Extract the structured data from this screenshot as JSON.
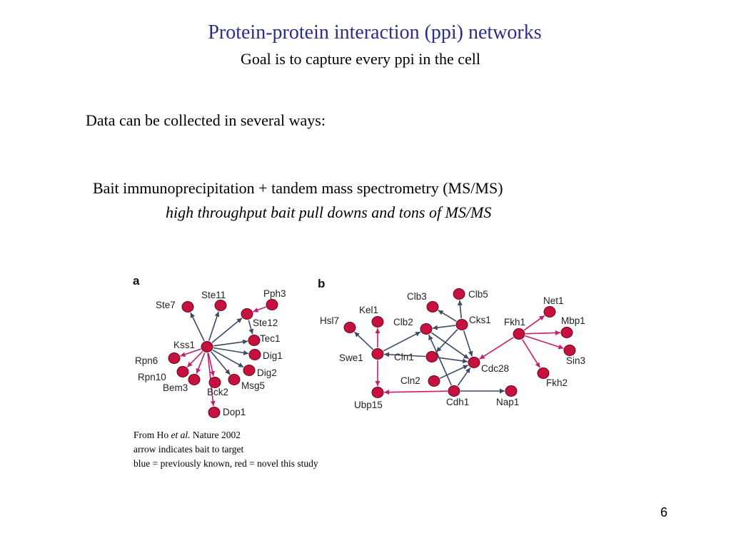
{
  "title": "Protein-protein interaction (ppi) networks",
  "subtitle": "Goal is to capture every ppi in the cell",
  "data_intro": "Data can be collected in several ways:",
  "method": {
    "line": "Bait immunoprecipitation + tandem mass spectrometry (MS/MS)",
    "detail": "high throughput bait pull downs and tons of MS/MS"
  },
  "caption": {
    "from_prefix": "From Ho ",
    "from_italic": "et al.",
    "from_suffix": " Nature 2002",
    "line2": "arrow indicates bait to target",
    "line3": "blue = previously known, red = novel this study"
  },
  "page_number": "6",
  "colors": {
    "title": "#2b2d8c",
    "node": "#c8103e",
    "node_stroke": "#5a0a1c",
    "edge_known": "#3d4a63",
    "edge_novel": "#c41e6e"
  },
  "network": {
    "panels": [
      {
        "label": "a",
        "nodes": [
          {
            "id": "Kss1",
            "label": "Kss1"
          },
          {
            "id": "Ste7",
            "label": "Ste7"
          },
          {
            "id": "Ste11",
            "label": "Ste11"
          },
          {
            "id": "Pph3",
            "label": "Pph3"
          },
          {
            "id": "Ste12",
            "label": "Ste12"
          },
          {
            "id": "Tec1",
            "label": "Tec1"
          },
          {
            "id": "Dig1",
            "label": "Dig1"
          },
          {
            "id": "Dig2",
            "label": "Dig2"
          },
          {
            "id": "Msg5",
            "label": "Msg5"
          },
          {
            "id": "Bck2",
            "label": "Bck2"
          },
          {
            "id": "Dop1",
            "label": "Dop1"
          },
          {
            "id": "Bem3",
            "label": "Bem3"
          },
          {
            "id": "Rpn10",
            "label": "Rpn10"
          },
          {
            "id": "Rpn6",
            "label": "Rpn6"
          }
        ],
        "edges": [
          {
            "from": "Kss1",
            "to": "Ste7",
            "type": "known"
          },
          {
            "from": "Kss1",
            "to": "Ste11",
            "type": "known"
          },
          {
            "from": "Kss1",
            "to": "Ste12",
            "type": "known"
          },
          {
            "from": "Kss1",
            "to": "Tec1",
            "type": "known"
          },
          {
            "from": "Kss1",
            "to": "Dig1",
            "type": "known"
          },
          {
            "from": "Kss1",
            "to": "Dig2",
            "type": "known"
          },
          {
            "from": "Kss1",
            "to": "Msg5",
            "type": "known"
          },
          {
            "from": "Ste12",
            "to": "Tec1",
            "type": "known"
          },
          {
            "from": "Pph3",
            "to": "Ste12",
            "type": "novel"
          },
          {
            "from": "Kss1",
            "to": "Rpn6",
            "type": "novel"
          },
          {
            "from": "Kss1",
            "to": "Rpn10",
            "type": "novel"
          },
          {
            "from": "Kss1",
            "to": "Bem3",
            "type": "novel"
          },
          {
            "from": "Kss1",
            "to": "Bck2",
            "type": "novel"
          },
          {
            "from": "Kss1",
            "to": "Dop1",
            "type": "novel"
          }
        ]
      },
      {
        "label": "b",
        "nodes": [
          {
            "id": "Hsl7",
            "label": "Hsl7"
          },
          {
            "id": "Kel1",
            "label": "Kel1"
          },
          {
            "id": "Swe1",
            "label": "Swe1"
          },
          {
            "id": "Ubp15",
            "label": "Ubp15"
          },
          {
            "id": "Clb3",
            "label": "Clb3"
          },
          {
            "id": "Clb5",
            "label": "Clb5"
          },
          {
            "id": "Clb2",
            "label": "Clb2"
          },
          {
            "id": "Cks1",
            "label": "Cks1"
          },
          {
            "id": "Cln1",
            "label": "Cln1"
          },
          {
            "id": "Cln2",
            "label": "Cln2"
          },
          {
            "id": "Cdc28",
            "label": "Cdc28"
          },
          {
            "id": "Cdh1",
            "label": "Cdh1"
          },
          {
            "id": "Nap1",
            "label": "Nap1"
          },
          {
            "id": "Fkh1",
            "label": "Fkh1"
          },
          {
            "id": "Net1",
            "label": "Net1"
          },
          {
            "id": "Mbp1",
            "label": "Mbp1"
          },
          {
            "id": "Sin3",
            "label": "Sin3"
          },
          {
            "id": "Fkh2",
            "label": "Fkh2"
          }
        ],
        "edges": [
          {
            "from": "Swe1",
            "to": "Hsl7",
            "type": "known"
          },
          {
            "from": "Swe1",
            "to": "Clb2",
            "type": "known"
          },
          {
            "from": "Cln1",
            "to": "Swe1",
            "type": "known"
          },
          {
            "from": "Cks1",
            "to": "Clb3",
            "type": "known"
          },
          {
            "from": "Cks1",
            "to": "Clb5",
            "type": "known"
          },
          {
            "from": "Cks1",
            "to": "Clb2",
            "type": "known"
          },
          {
            "from": "Cks1",
            "to": "Cln1",
            "type": "known"
          },
          {
            "from": "Cks1",
            "to": "Cdc28",
            "type": "known"
          },
          {
            "from": "Clb2",
            "to": "Cdc28",
            "type": "known"
          },
          {
            "from": "Cln1",
            "to": "Cdc28",
            "type": "known"
          },
          {
            "from": "Cln2",
            "to": "Cdc28",
            "type": "known"
          },
          {
            "from": "Cdh1",
            "to": "Clb2",
            "type": "known"
          },
          {
            "from": "Cdh1",
            "to": "Cdc28",
            "type": "known"
          },
          {
            "from": "Cdh1",
            "to": "Nap1",
            "type": "known"
          },
          {
            "from": "Swe1",
            "to": "Kel1",
            "type": "novel"
          },
          {
            "from": "Swe1",
            "to": "Ubp15",
            "type": "novel"
          },
          {
            "from": "Cdh1",
            "to": "Ubp15",
            "type": "novel"
          },
          {
            "from": "Fkh1",
            "to": "Net1",
            "type": "novel"
          },
          {
            "from": "Fkh1",
            "to": "Mbp1",
            "type": "novel"
          },
          {
            "from": "Fkh1",
            "to": "Sin3",
            "type": "novel"
          },
          {
            "from": "Fkh1",
            "to": "Fkh2",
            "type": "novel"
          },
          {
            "from": "Fkh1",
            "to": "Cdc28",
            "type": "novel"
          }
        ]
      }
    ]
  }
}
